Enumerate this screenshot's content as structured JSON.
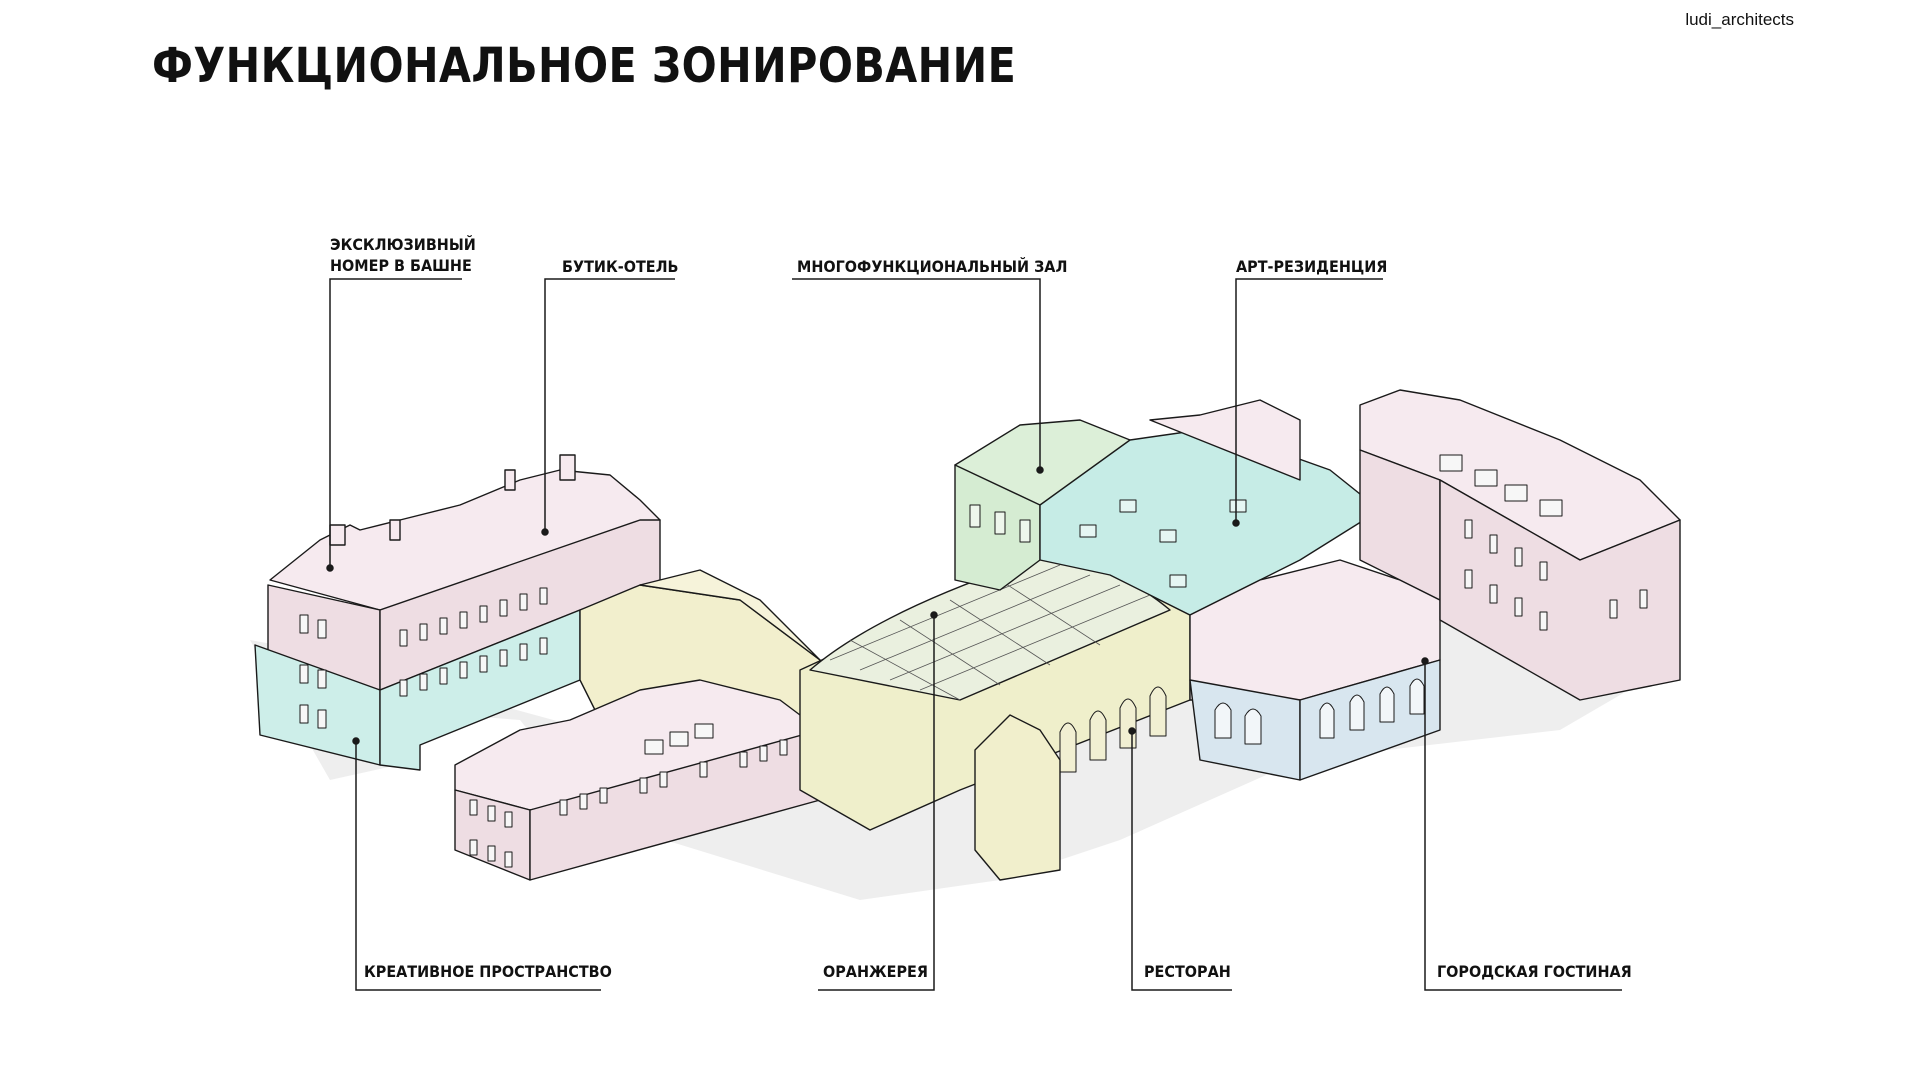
{
  "brand": "ludi_architects",
  "title": "ФУНКЦИОНАЛЬНОЕ ЗОНИРОВАНИЕ",
  "zones": {
    "tower_suite": {
      "line1": "ЭКСКЛЮЗИВНЫЙ",
      "line2": "НОМЕР В БАШНЕ",
      "color": "#f1dde4"
    },
    "boutique_hotel": {
      "label": "БУТИК-ОТЕЛЬ",
      "color": "#f1dde4"
    },
    "multifunctional_hall": {
      "label": "МНОГОФУНКЦИОНАЛЬНЫЙ ЗАЛ",
      "color": "#d5ecd2"
    },
    "art_residence": {
      "label": "АРТ-РЕЗИДЕНЦИЯ",
      "color": "#c6ece6"
    },
    "creative_space": {
      "label": "КРЕАТИВНОЕ ПРОСТРАНСТВО",
      "color": "#cdeee9"
    },
    "greenhouse": {
      "label": "ОРАНЖЕРЕЯ",
      "color": "#efefcb"
    },
    "restaurant": {
      "label": "РЕСТОРАН",
      "color": "#f1efcc"
    },
    "city_lounge": {
      "label": "ГОРОДСКАЯ ГОСТИНАЯ",
      "color": "#d8e6ef"
    }
  },
  "colors": {
    "line": "#1a1a1a",
    "shadow": "#ededed",
    "wall_pink": "#eedde3",
    "roof_pink": "#f6eaef",
    "glass": "#e9efe0"
  }
}
